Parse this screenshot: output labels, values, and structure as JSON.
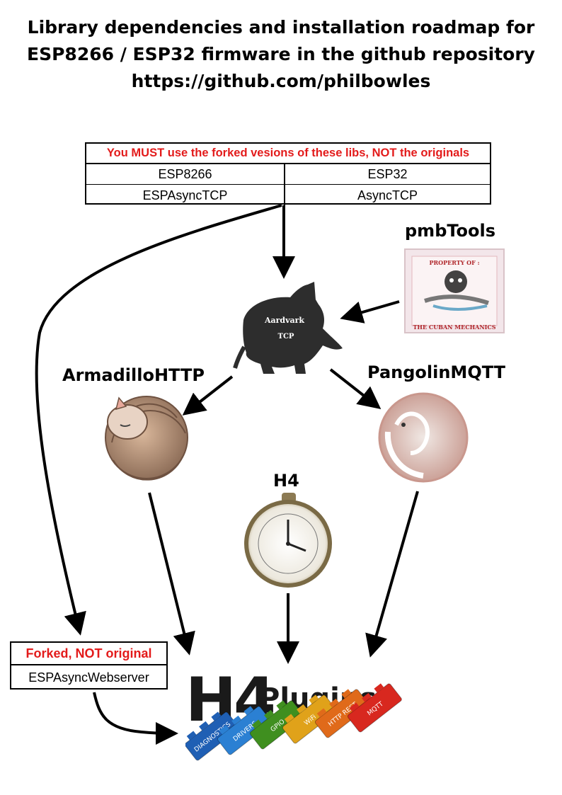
{
  "title": {
    "line1": "Library dependencies and installation roadmap for",
    "line2": "ESP8266 / ESP32 firmware in the github repository",
    "line3": "https://github.com/philbowles"
  },
  "forked_libs_box": {
    "warning": "You MUST use the forked vesions of these libs, NOT the originals",
    "platforms": [
      "ESP8266",
      "ESP32"
    ],
    "libraries": [
      "ESPAsyncTCP",
      "AsyncTCP"
    ]
  },
  "nodes": {
    "pmbtools": {
      "label": "pmbTools",
      "image_text_top": "PROPERTY OF :",
      "image_text_bottom": "THE CUBAN MECHANICS"
    },
    "aardvark": {
      "image_text_line1": "Aardvark",
      "image_text_line2": "TCP"
    },
    "armadillo": {
      "label": "ArmadilloHTTP"
    },
    "pangolin": {
      "label": "PangolinMQTT"
    },
    "h4": {
      "label": "H4"
    }
  },
  "webserver_box": {
    "warning": "Forked, NOT original",
    "name": "ESPAsyncWebserver"
  },
  "h4plugins_logo": {
    "big_text": "H4",
    "word": "Plugins",
    "bricks": [
      {
        "label": "DIAGNOSTICS",
        "color": "#1f5fb4"
      },
      {
        "label": "DRIVERS",
        "color": "#2b80d3"
      },
      {
        "label": "GPIO",
        "color": "#3f8f1f"
      },
      {
        "label": "WiFi",
        "color": "#e0a21a"
      },
      {
        "label": "HTTP REST",
        "color": "#e06a1a"
      },
      {
        "label": "MQTT",
        "color": "#d8281f"
      }
    ]
  },
  "colors": {
    "warning": "#e31b1b",
    "line": "#000000"
  }
}
